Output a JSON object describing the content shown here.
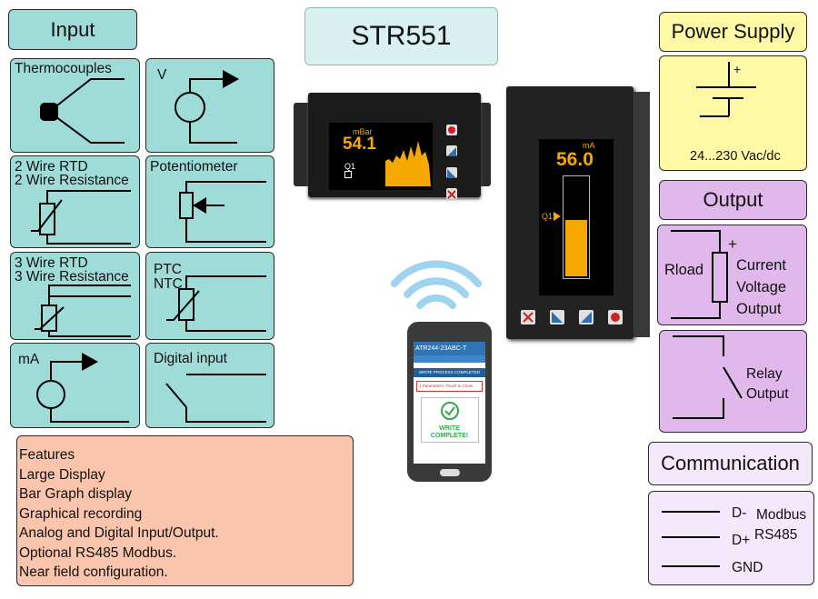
{
  "product": {
    "name": "STR551"
  },
  "input": {
    "title": "Input",
    "thermocouples": "Thermocouples",
    "voltage": "V",
    "rtd2": [
      "2 Wire RTD",
      "2 Wire Resistance"
    ],
    "potentiometer": "Potentiometer",
    "rtd3": [
      "3 Wire RTD",
      "3 Wire Resistance"
    ],
    "ptc_ntc": [
      "PTC",
      "NTC"
    ],
    "ma": "mA",
    "digital": "Digital input"
  },
  "features": {
    "title": "Features",
    "items": [
      "Large Display",
      "Bar Graph display",
      "Graphical recording",
      "Analog and Digital Input/Output.",
      "Optional RS485 Modbus.",
      "Near field configuration."
    ]
  },
  "power": {
    "title": "Power Supply",
    "plus": "+",
    "range": "24...230  Vac/dc"
  },
  "output": {
    "title": "Output",
    "plus": "+",
    "rload": "Rload",
    "analog": [
      "Current",
      "Voltage",
      "Output"
    ],
    "relay": [
      "Relay",
      "Output"
    ]
  },
  "communication": {
    "title": "Communication",
    "dminus": "D-",
    "dplus": "D+",
    "gnd": "GND",
    "modbus": "Modbus",
    "rs485": "RS485"
  },
  "device_h": {
    "unit": "mBar",
    "value": "54.1",
    "channel": "Q1"
  },
  "device_v": {
    "unit": "mA",
    "value": "56.0",
    "channel": "Q1"
  },
  "phone": {
    "header": "ATR244-23ABC-T",
    "banner": "WRITE PROCESS COMPLETED",
    "message": "1 Parameters, Touch to Close",
    "status": [
      "WRITE",
      "COMPLETE!"
    ]
  },
  "colors": {
    "teal": "#9fdcd8",
    "yellow": "#fff9a6",
    "purple": "#e0b8ec",
    "salmon": "#fbc4ac",
    "display": "#f5a800"
  }
}
